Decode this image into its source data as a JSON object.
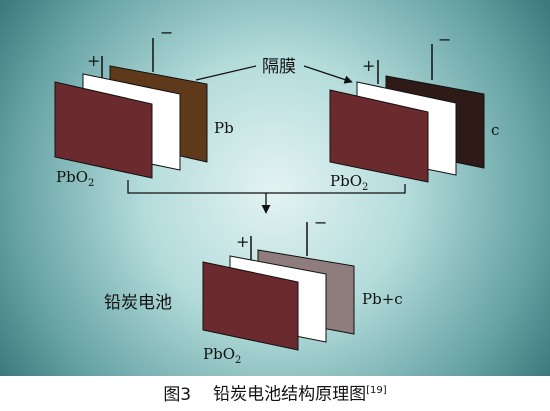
{
  "diagram": {
    "left_cell": {
      "positive_sign": "+",
      "negative_sign": "−",
      "plate_pb_label": "Pb",
      "plate_pbo2_label_main": "PbO",
      "plate_pbo2_label_sub": "2"
    },
    "right_cell": {
      "positive_sign": "+",
      "negative_sign": "−",
      "plate_c_label": "c",
      "plate_pbo2_label_main": "PbO",
      "plate_pbo2_label_sub": "2"
    },
    "separator_label": "隔膜",
    "bottom_cell": {
      "positive_sign": "+",
      "negative_sign": "−",
      "name_label": "铅炭电池",
      "plate_pbc_label": "Pb+c",
      "plate_pbo2_label_main": "PbO",
      "plate_pbo2_label_sub": "2"
    },
    "colors": {
      "pbo2_plate": "#6b2a2d",
      "pb_plate": "#5e3a1a",
      "carbon_plate": "#2e1a17",
      "pbc_plate": "#8e7d7c",
      "separator": "#ffffff",
      "bg_center": "#d8efef",
      "bg_edge": "#3e7f82"
    }
  },
  "caption": {
    "figure_number": "图3",
    "title": "铅炭电池结构原理图",
    "reference": "[19]"
  }
}
